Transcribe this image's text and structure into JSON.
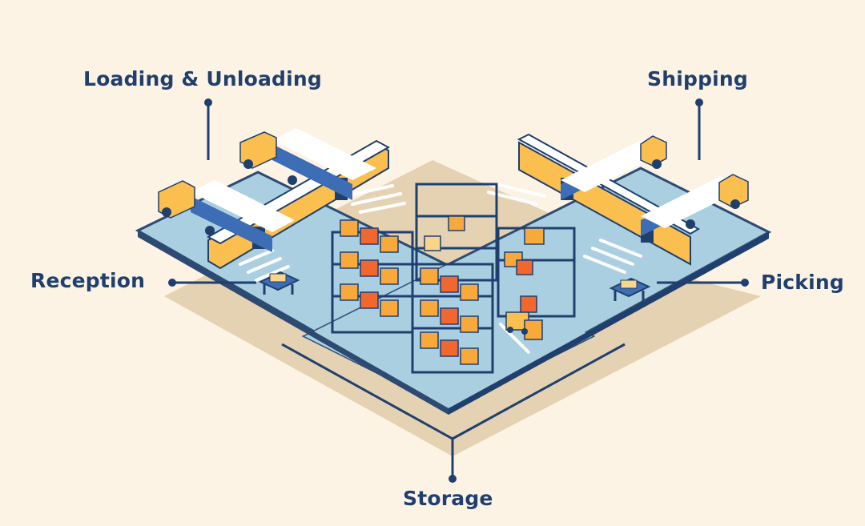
{
  "labels": {
    "loading": "Loading & Unloading",
    "shipping": "Shipping",
    "reception": "Reception",
    "picking": "Picking",
    "storage": "Storage"
  },
  "colors": {
    "background": "#fdf3e4",
    "shadow": "#e5d2b3",
    "floor": "#a9cfe0",
    "floor_edge": "#2d4a73",
    "navy": "#1f3f6e",
    "blue": "#3d6db5",
    "wall_yellow": "#fbbf4f",
    "box_orange": "#f7a93c",
    "box_red": "#f2672e",
    "box_tan": "#f9d48a"
  }
}
